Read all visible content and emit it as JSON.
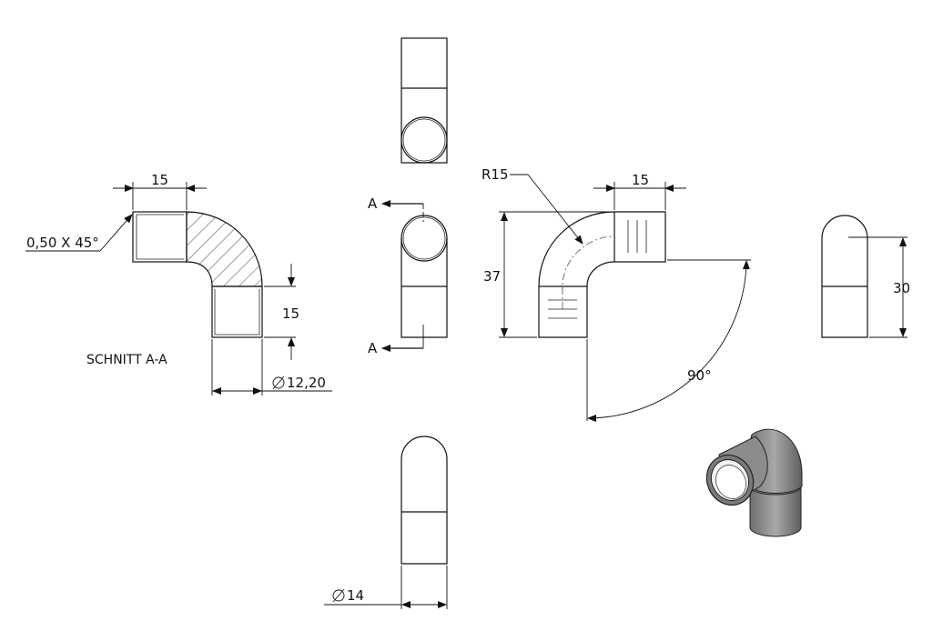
{
  "section_view": {
    "title": "SCHNITT A-A",
    "chamfer": "0,50 X 45°",
    "width_top": "15",
    "height_right": "15",
    "diameter_inner": "12,20"
  },
  "section_marks": {
    "top": "A",
    "bottom": "A"
  },
  "front_view": {
    "radius": "R15",
    "width_top": "15",
    "height_left": "37",
    "angle": "90°"
  },
  "side_view": {
    "height": "30"
  },
  "bottom_view": {
    "diameter": "14"
  },
  "colors": {
    "line": "#111111",
    "hatch": "#333333",
    "iso_fill": "#8a8a8a"
  }
}
